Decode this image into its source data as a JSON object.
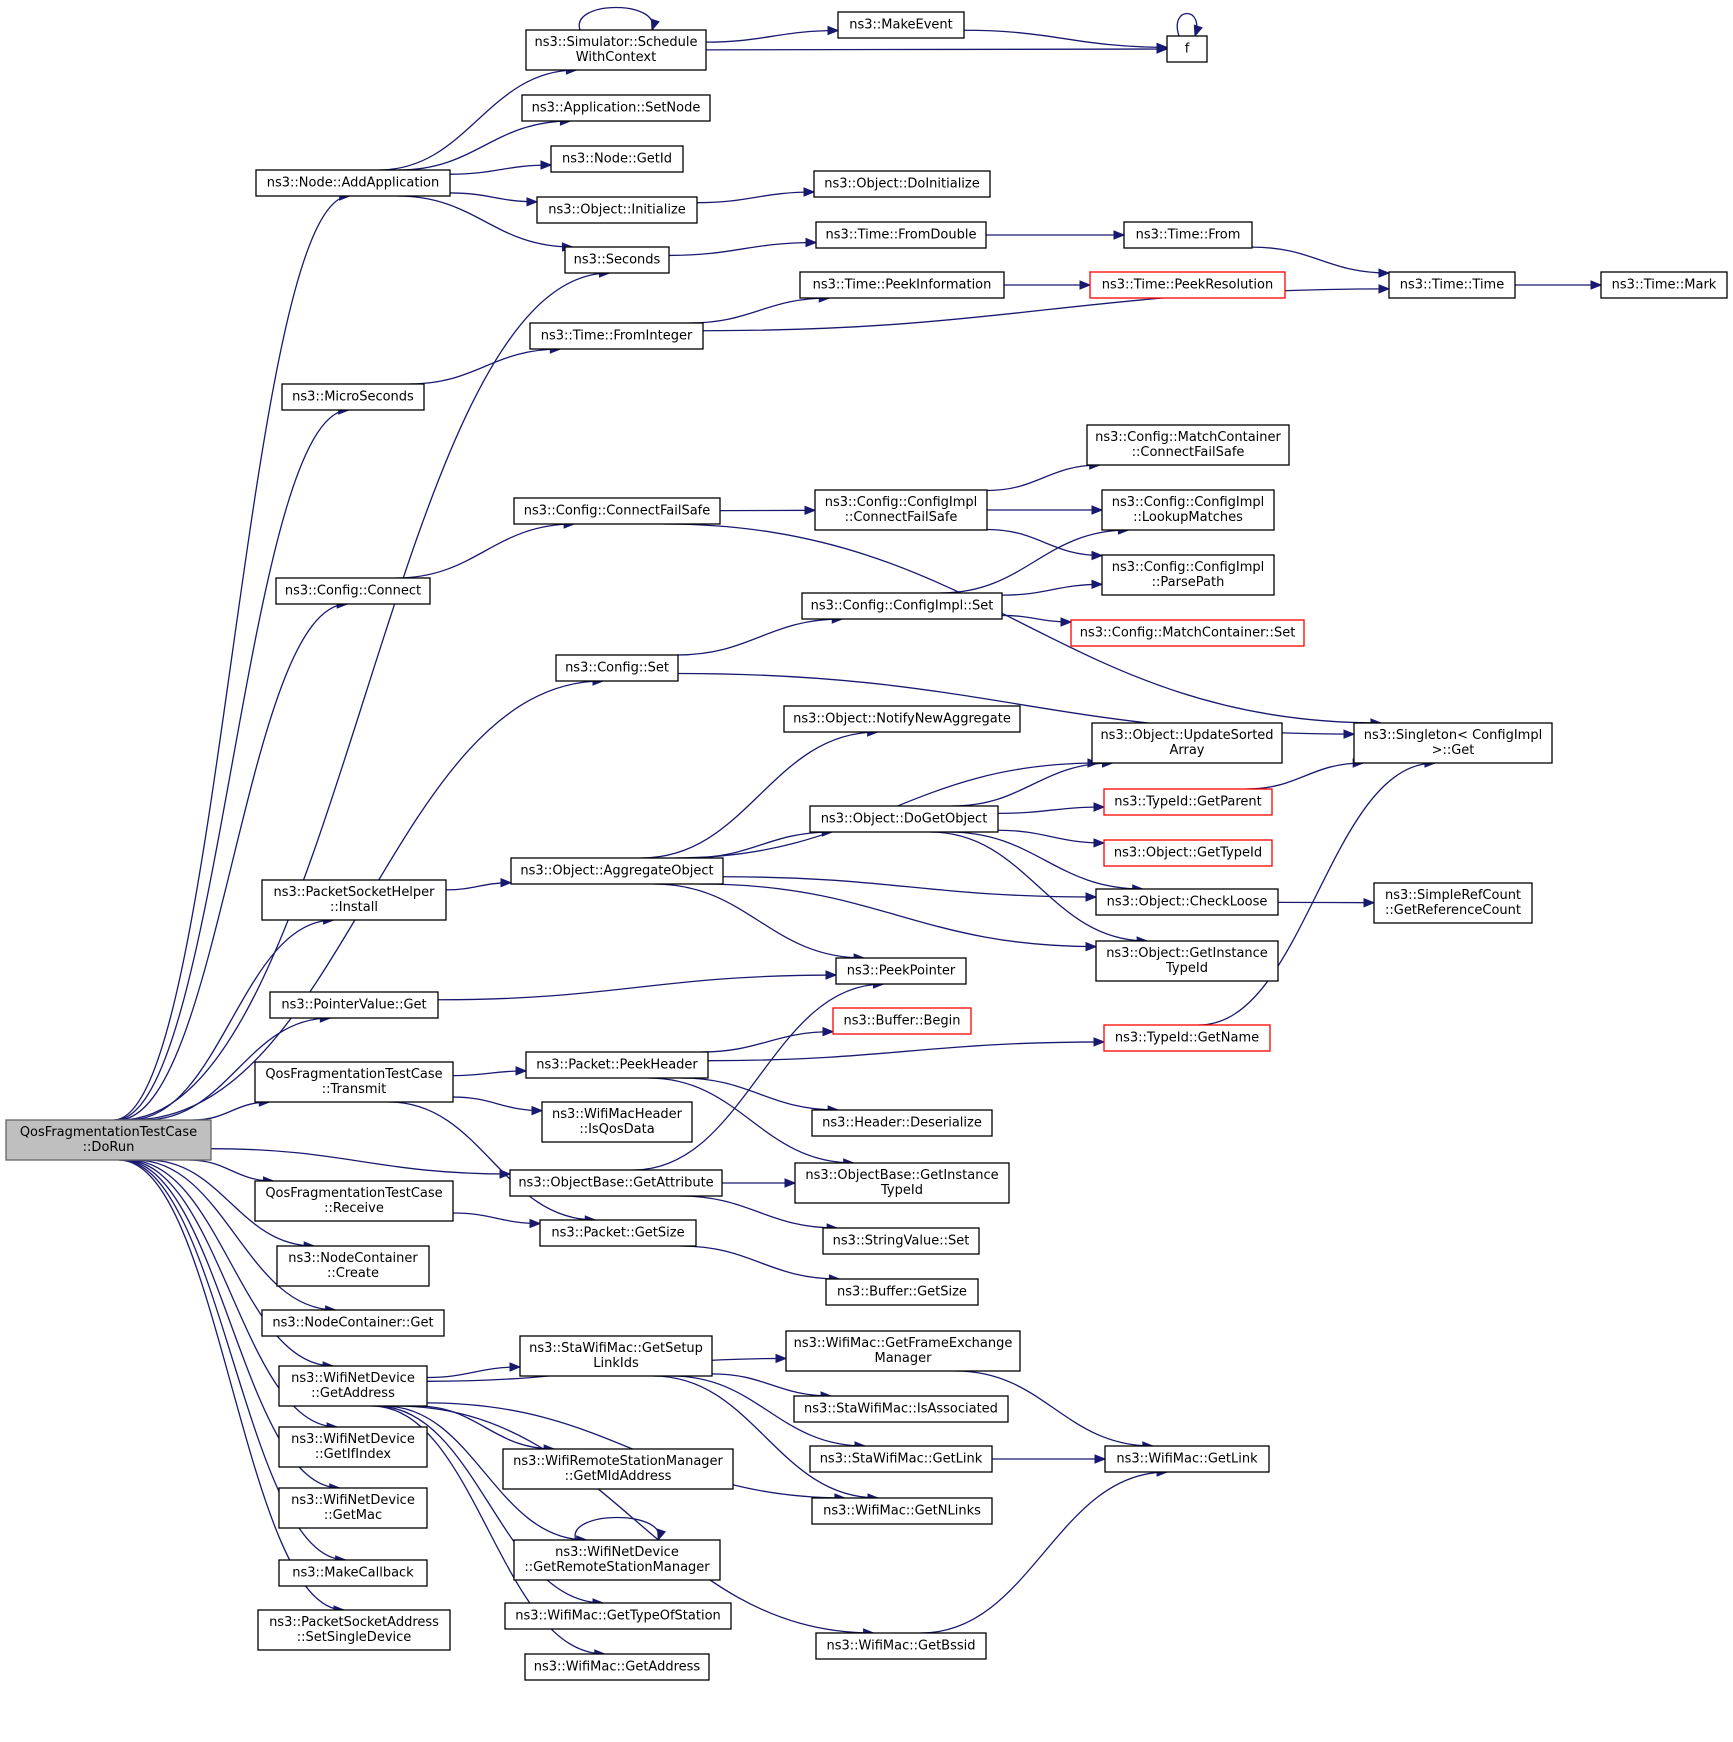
{
  "colors": {
    "edge": "#191970",
    "root_fill": "#bfbfbf",
    "truncated_border": "#ff0000"
  },
  "nodes": [
    {
      "id": "dorun",
      "lines": [
        "QosFragmentationTestCase",
        "::DoRun"
      ],
      "root": true
    },
    {
      "id": "addapp",
      "lines": [
        "ns3::Node::AddApplication"
      ]
    },
    {
      "id": "schedctx",
      "lines": [
        "ns3::Simulator::Schedule",
        "WithContext"
      ]
    },
    {
      "id": "makeevent",
      "lines": [
        "ns3::MakeEvent"
      ]
    },
    {
      "id": "f",
      "lines": [
        "f"
      ]
    },
    {
      "id": "appsetnode",
      "lines": [
        "ns3::Application::SetNode"
      ]
    },
    {
      "id": "nodegetid",
      "lines": [
        "ns3::Node::GetId"
      ]
    },
    {
      "id": "objinit",
      "lines": [
        "ns3::Object::Initialize"
      ]
    },
    {
      "id": "objdoinit",
      "lines": [
        "ns3::Object::DoInitialize"
      ]
    },
    {
      "id": "seconds",
      "lines": [
        "ns3::Seconds"
      ]
    },
    {
      "id": "fromdouble",
      "lines": [
        "ns3::Time::FromDouble"
      ]
    },
    {
      "id": "timefrom",
      "lines": [
        "ns3::Time::From"
      ]
    },
    {
      "id": "timetime",
      "lines": [
        "ns3::Time::Time"
      ]
    },
    {
      "id": "timemark",
      "lines": [
        "ns3::Time::Mark"
      ]
    },
    {
      "id": "peekinfo",
      "lines": [
        "ns3::Time::PeekInformation"
      ]
    },
    {
      "id": "peekres",
      "lines": [
        "ns3::Time::PeekResolution"
      ],
      "truncated": true
    },
    {
      "id": "frominteger",
      "lines": [
        "ns3::Time::FromInteger"
      ]
    },
    {
      "id": "microseconds",
      "lines": [
        "ns3::MicroSeconds"
      ]
    },
    {
      "id": "mcconnfs",
      "lines": [
        "ns3::Config::MatchContainer",
        "::ConnectFailSafe"
      ]
    },
    {
      "id": "cfgconnfs",
      "lines": [
        "ns3::Config::ConnectFailSafe"
      ]
    },
    {
      "id": "implconnfs",
      "lines": [
        "ns3::Config::ConfigImpl",
        "::ConnectFailSafe"
      ]
    },
    {
      "id": "lookup",
      "lines": [
        "ns3::Config::ConfigImpl",
        "::LookupMatches"
      ]
    },
    {
      "id": "parsepath",
      "lines": [
        "ns3::Config::ConfigImpl",
        "::ParsePath"
      ]
    },
    {
      "id": "cfgconnect",
      "lines": [
        "ns3::Config::Connect"
      ]
    },
    {
      "id": "implset",
      "lines": [
        "ns3::Config::ConfigImpl::Set"
      ]
    },
    {
      "id": "mcset",
      "lines": [
        "ns3::Config::MatchContainer::Set"
      ],
      "truncated": true
    },
    {
      "id": "cfgset",
      "lines": [
        "ns3::Config::Set"
      ]
    },
    {
      "id": "notifynew",
      "lines": [
        "ns3::Object::NotifyNewAggregate"
      ]
    },
    {
      "id": "updsorted",
      "lines": [
        "ns3::Object::UpdateSorted",
        "Array"
      ]
    },
    {
      "id": "singleton",
      "lines": [
        "ns3::Singleton< ConfigImpl",
        " >::Get"
      ]
    },
    {
      "id": "dogetobj",
      "lines": [
        "ns3::Object::DoGetObject"
      ]
    },
    {
      "id": "getparent",
      "lines": [
        "ns3::TypeId::GetParent"
      ],
      "truncated": true
    },
    {
      "id": "objgettypeid",
      "lines": [
        "ns3::Object::GetTypeId"
      ],
      "truncated": true
    },
    {
      "id": "aggregate",
      "lines": [
        "ns3::Object::AggregateObject"
      ]
    },
    {
      "id": "psinstall",
      "lines": [
        "ns3::PacketSocketHelper",
        "::Install"
      ]
    },
    {
      "id": "checkloose",
      "lines": [
        "ns3::Object::CheckLoose"
      ]
    },
    {
      "id": "getrefcount",
      "lines": [
        "ns3::SimpleRefCount",
        "::GetReferenceCount"
      ]
    },
    {
      "id": "objgetinst",
      "lines": [
        "ns3::Object::GetInstance",
        "TypeId"
      ]
    },
    {
      "id": "peekpointer",
      "lines": [
        "ns3::PeekPointer"
      ]
    },
    {
      "id": "ptrget",
      "lines": [
        "ns3::PointerValue::Get"
      ]
    },
    {
      "id": "bufbegin",
      "lines": [
        "ns3::Buffer::Begin"
      ],
      "truncated": true
    },
    {
      "id": "gettypename",
      "lines": [
        "ns3::TypeId::GetName"
      ],
      "truncated": true
    },
    {
      "id": "transmit",
      "lines": [
        "QosFragmentationTestCase",
        "::Transmit"
      ]
    },
    {
      "id": "peekheader",
      "lines": [
        "ns3::Packet::PeekHeader"
      ]
    },
    {
      "id": "isqos",
      "lines": [
        "ns3::WifiMacHeader",
        "::IsQosData"
      ]
    },
    {
      "id": "deserialize",
      "lines": [
        "ns3::Header::Deserialize"
      ]
    },
    {
      "id": "getattr",
      "lines": [
        "ns3::ObjectBase::GetAttribute"
      ]
    },
    {
      "id": "obgetinst",
      "lines": [
        "ns3::ObjectBase::GetInstance",
        "TypeId"
      ]
    },
    {
      "id": "receive",
      "lines": [
        "QosFragmentationTestCase",
        "::Receive"
      ]
    },
    {
      "id": "pktgetsize",
      "lines": [
        "ns3::Packet::GetSize"
      ]
    },
    {
      "id": "strvalset",
      "lines": [
        "ns3::StringValue::Set"
      ]
    },
    {
      "id": "nccreate",
      "lines": [
        "ns3::NodeContainer",
        "::Create"
      ]
    },
    {
      "id": "bufgetsize",
      "lines": [
        "ns3::Buffer::GetSize"
      ]
    },
    {
      "id": "ncget",
      "lines": [
        "ns3::NodeContainer::Get"
      ]
    },
    {
      "id": "getframeex",
      "lines": [
        "ns3::WifiMac::GetFrameExchange",
        "Manager"
      ]
    },
    {
      "id": "getsetup",
      "lines": [
        "ns3::StaWifiMac::GetSetup",
        "LinkIds"
      ]
    },
    {
      "id": "wndgetaddr",
      "lines": [
        "ns3::WifiNetDevice",
        "::GetAddress"
      ]
    },
    {
      "id": "isassoc",
      "lines": [
        "ns3::StaWifiMac::IsAssociated"
      ]
    },
    {
      "id": "stagetlink",
      "lines": [
        "ns3::StaWifiMac::GetLink"
      ]
    },
    {
      "id": "macgetlink",
      "lines": [
        "ns3::WifiMac::GetLink"
      ]
    },
    {
      "id": "getifindex",
      "lines": [
        "ns3::WifiNetDevice",
        "::GetIfIndex"
      ]
    },
    {
      "id": "getmld",
      "lines": [
        "ns3::WifiRemoteStationManager",
        "::GetMldAddress"
      ]
    },
    {
      "id": "getnlinks",
      "lines": [
        "ns3::WifiMac::GetNLinks"
      ]
    },
    {
      "id": "getmac",
      "lines": [
        "ns3::WifiNetDevice",
        "::GetMac"
      ]
    },
    {
      "id": "getrsm",
      "lines": [
        "ns3::WifiNetDevice",
        "::GetRemoteStationManager"
      ]
    },
    {
      "id": "makecb",
      "lines": [
        "ns3::MakeCallback"
      ]
    },
    {
      "id": "gettypeofsta",
      "lines": [
        "ns3::WifiMac::GetTypeOfStation"
      ]
    },
    {
      "id": "getbssid",
      "lines": [
        "ns3::WifiMac::GetBssid"
      ]
    },
    {
      "id": "setsingle",
      "lines": [
        "ns3::PacketSocketAddress",
        "::SetSingleDevice"
      ]
    },
    {
      "id": "macgetaddr",
      "lines": [
        "ns3::WifiMac::GetAddress"
      ]
    }
  ],
  "edges": [
    [
      "dorun",
      "addapp"
    ],
    [
      "dorun",
      "seconds"
    ],
    [
      "dorun",
      "microseconds"
    ],
    [
      "dorun",
      "cfgconnect"
    ],
    [
      "dorun",
      "cfgset"
    ],
    [
      "dorun",
      "psinstall"
    ],
    [
      "dorun",
      "ptrget"
    ],
    [
      "dorun",
      "transmit"
    ],
    [
      "dorun",
      "getattr"
    ],
    [
      "dorun",
      "receive"
    ],
    [
      "dorun",
      "nccreate"
    ],
    [
      "dorun",
      "ncget"
    ],
    [
      "dorun",
      "wndgetaddr"
    ],
    [
      "dorun",
      "getifindex"
    ],
    [
      "dorun",
      "getmac"
    ],
    [
      "dorun",
      "makecb"
    ],
    [
      "dorun",
      "setsingle"
    ],
    [
      "addapp",
      "schedctx"
    ],
    [
      "addapp",
      "appsetnode"
    ],
    [
      "addapp",
      "nodegetid"
    ],
    [
      "addapp",
      "objinit"
    ],
    [
      "addapp",
      "seconds"
    ],
    [
      "schedctx",
      "schedctx"
    ],
    [
      "schedctx",
      "makeevent"
    ],
    [
      "schedctx",
      "f"
    ],
    [
      "makeevent",
      "f"
    ],
    [
      "f",
      "f"
    ],
    [
      "objinit",
      "objdoinit"
    ],
    [
      "seconds",
      "fromdouble"
    ],
    [
      "fromdouble",
      "timefrom"
    ],
    [
      "timefrom",
      "timetime"
    ],
    [
      "timetime",
      "timemark"
    ],
    [
      "peekinfo",
      "peekres"
    ],
    [
      "frominteger",
      "peekinfo"
    ],
    [
      "frominteger",
      "timetime"
    ],
    [
      "microseconds",
      "frominteger"
    ],
    [
      "cfgconnect",
      "cfgconnfs"
    ],
    [
      "cfgconnfs",
      "implconnfs"
    ],
    [
      "cfgconnfs",
      "singleton"
    ],
    [
      "implconnfs",
      "mcconnfs"
    ],
    [
      "implconnfs",
      "lookup"
    ],
    [
      "implconnfs",
      "parsepath"
    ],
    [
      "implset",
      "lookup"
    ],
    [
      "implset",
      "parsepath"
    ],
    [
      "implset",
      "mcset"
    ],
    [
      "cfgset",
      "implset"
    ],
    [
      "cfgset",
      "singleton"
    ],
    [
      "psinstall",
      "aggregate"
    ],
    [
      "aggregate",
      "notifynew"
    ],
    [
      "aggregate",
      "updsorted"
    ],
    [
      "aggregate",
      "dogetobj"
    ],
    [
      "aggregate",
      "checkloose"
    ],
    [
      "aggregate",
      "objgetinst"
    ],
    [
      "aggregate",
      "peekpointer"
    ],
    [
      "dogetobj",
      "updsorted"
    ],
    [
      "dogetobj",
      "getparent"
    ],
    [
      "dogetobj",
      "objgettypeid"
    ],
    [
      "dogetobj",
      "checkloose"
    ],
    [
      "dogetobj",
      "objgetinst"
    ],
    [
      "getparent",
      "singleton"
    ],
    [
      "gettypename",
      "singleton"
    ],
    [
      "checkloose",
      "getrefcount"
    ],
    [
      "ptrget",
      "peekpointer"
    ],
    [
      "transmit",
      "peekheader"
    ],
    [
      "transmit",
      "isqos"
    ],
    [
      "transmit",
      "pktgetsize"
    ],
    [
      "peekheader",
      "bufbegin"
    ],
    [
      "peekheader",
      "gettypename"
    ],
    [
      "peekheader",
      "deserialize"
    ],
    [
      "peekheader",
      "obgetinst"
    ],
    [
      "getattr",
      "peekpointer"
    ],
    [
      "getattr",
      "obgetinst"
    ],
    [
      "getattr",
      "strvalset"
    ],
    [
      "receive",
      "pktgetsize"
    ],
    [
      "pktgetsize",
      "bufgetsize"
    ],
    [
      "wndgetaddr",
      "getframeex"
    ],
    [
      "wndgetaddr",
      "getsetup"
    ],
    [
      "wndgetaddr",
      "getnlinks"
    ],
    [
      "wndgetaddr",
      "getmld"
    ],
    [
      "wndgetaddr",
      "getrsm"
    ],
    [
      "wndgetaddr",
      "gettypeofsta"
    ],
    [
      "wndgetaddr",
      "macgetaddr"
    ],
    [
      "wndgetaddr",
      "getbssid"
    ],
    [
      "getsetup",
      "isassoc"
    ],
    [
      "getsetup",
      "stagetlink"
    ],
    [
      "getsetup",
      "getnlinks"
    ],
    [
      "getframeex",
      "macgetlink"
    ],
    [
      "stagetlink",
      "macgetlink"
    ],
    [
      "getbssid",
      "macgetlink"
    ],
    [
      "getrsm",
      "getrsm"
    ]
  ]
}
